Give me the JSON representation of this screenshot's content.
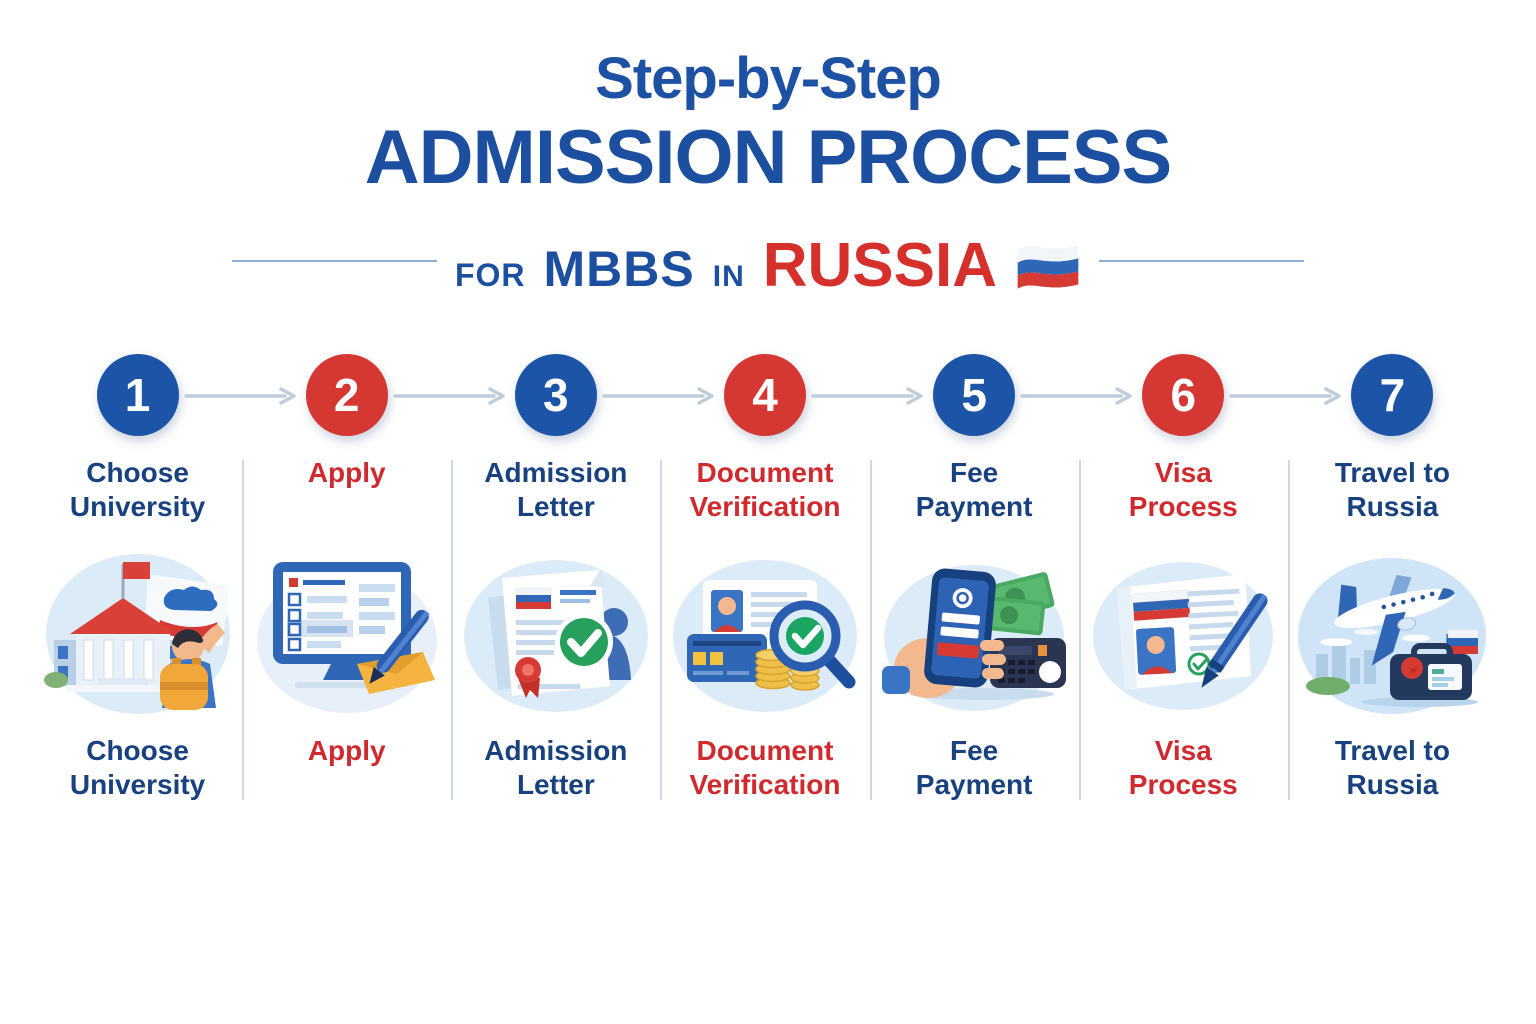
{
  "title": {
    "line1": "Step-by-Step",
    "line2": "ADMISSION PROCESS",
    "subtitle_for": "FOR",
    "subtitle_program": "MBBS",
    "subtitle_in": "IN",
    "subtitle_country": "RUSSIA",
    "flag_icon": "russia-flag-icon"
  },
  "steps": [
    {
      "number": "1",
      "label": "Choose University",
      "accent": "blue",
      "icon": "university-student-icon"
    },
    {
      "number": "2",
      "label": "Apply",
      "accent": "red",
      "icon": "online-application-icon"
    },
    {
      "number": "3",
      "label": "Admission Letter",
      "accent": "blue",
      "icon": "admission-letter-icon"
    },
    {
      "number": "4",
      "label": "Document Verification",
      "accent": "red",
      "icon": "document-verification-icon"
    },
    {
      "number": "5",
      "label": "Fee Payment",
      "accent": "blue",
      "icon": "fee-payment-icon"
    },
    {
      "number": "6",
      "label": "Visa Process",
      "accent": "red",
      "icon": "visa-process-icon"
    },
    {
      "number": "7",
      "label": "Travel to Russia",
      "accent": "blue",
      "icon": "travel-plane-icon"
    }
  ],
  "colors": {
    "title_blue": "#1c4f9f",
    "label_blue": "#18417f",
    "label_red": "#d02a2f",
    "circle_blue": "#1c55a8",
    "circle_red": "#d53732",
    "arrow_gray": "#bfccdc",
    "divider_gray": "#ccd9e8",
    "icon_bubble_blue": "#dcebf8",
    "flag_white": "#f2f5f9",
    "flag_blue": "#2f66b6",
    "flag_red": "#d63a35"
  }
}
